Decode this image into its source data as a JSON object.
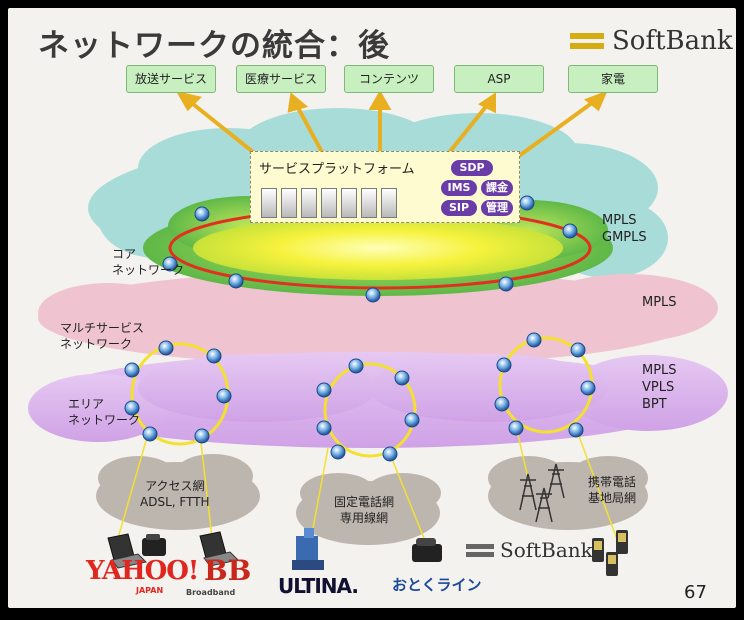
{
  "title": "ネットワークの統合：後",
  "brand": "SoftBank",
  "services": [
    "放送サービス",
    "医療サービス",
    "コンテンツ",
    "ASP",
    "家電"
  ],
  "platform": {
    "title": "サービスプラットフォーム",
    "tags": [
      "SDP",
      "IMS",
      "課金",
      "SIP",
      "管理"
    ]
  },
  "layers": {
    "core_label": [
      "コア",
      "ネットワーク"
    ],
    "core_protocols": [
      "MPLS",
      "GMPLS"
    ],
    "multi_label": [
      "マルチサービス",
      "ネットワーク"
    ],
    "multi_protocols": [
      "MPLS"
    ],
    "area_label": [
      "エリア",
      "ネットワーク"
    ],
    "area_protocols": [
      "MPLS",
      "VPLS",
      "BPT"
    ]
  },
  "access": {
    "left": [
      "アクセス網",
      "ADSL, FTTH"
    ],
    "center": [
      "固定電話網",
      "専用線網"
    ],
    "right": [
      "携帯電話",
      "基地局網"
    ]
  },
  "logos": {
    "yahoo": "YAHOO!",
    "yahoo_sub": "JAPAN",
    "bb": "BB",
    "bb_sub": "Broadband",
    "ultina": "ULTINA.",
    "otoku": "おとくライン",
    "softbank": "SoftBank"
  },
  "page_number": "67",
  "colors": {
    "accent_gold": "#d5ac12",
    "ring_red": "#e03020",
    "ring_yellow": "#f4e030",
    "arrow": "#e8b020",
    "pill": "#6a3ca8"
  }
}
